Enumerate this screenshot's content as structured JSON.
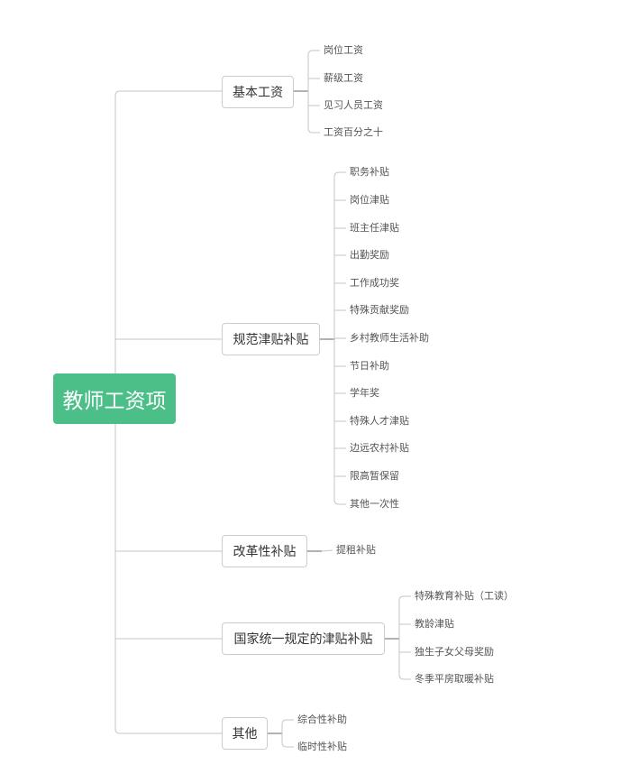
{
  "root": {
    "label": "教师工资项"
  },
  "branches": [
    {
      "label": "基本工资",
      "children": [
        "岗位工资",
        "薪级工资",
        "见习人员工资",
        "工资百分之十"
      ]
    },
    {
      "label": "规范津贴补贴",
      "children": [
        "职务补贴",
        "岗位津贴",
        "班主任津贴",
        "出勤奖励",
        "工作成功奖",
        "特殊贡献奖励",
        "乡村教师生活补助",
        "节日补助",
        "学年奖",
        "特殊人才津贴",
        "边远农村补贴",
        "限高暂保留",
        "其他一次性"
      ]
    },
    {
      "label": "改革性补贴",
      "children": [
        "提租补贴"
      ]
    },
    {
      "label": "国家统一规定的津贴补贴",
      "children": [
        "特殊教育补贴（工读）",
        "教龄津贴",
        "独生子女父母奖励",
        "冬季平房取暖补贴"
      ]
    },
    {
      "label": "其他",
      "children": [
        "综合性补助",
        "临时性补贴"
      ]
    }
  ],
  "colors": {
    "root": "#4cbf88",
    "line": "#c6c6c6",
    "node_border": "#cccccc"
  }
}
